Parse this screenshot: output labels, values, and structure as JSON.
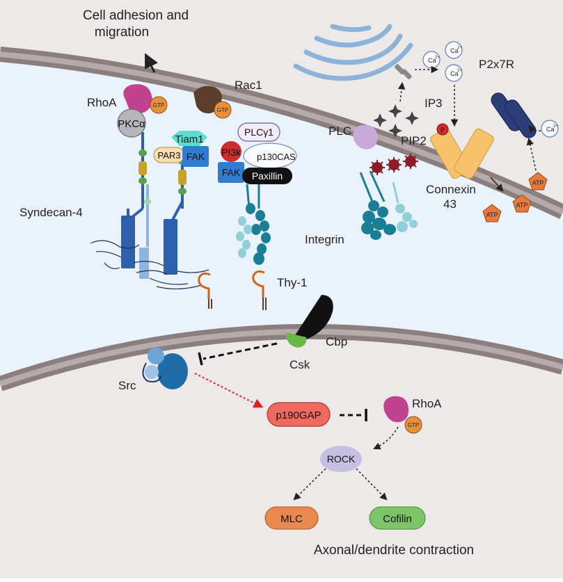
{
  "labels": {
    "cell_adhesion": [
      "Cell adhesion and",
      "migration"
    ],
    "rhoa_top": "RhoA",
    "rac1": "Rac1",
    "gtp": "GTP",
    "pkca": "PKCα",
    "tiam1": "Tiam1",
    "par3": "PAR3",
    "fak": "FAK",
    "plcg1": "PLCγ1",
    "pi3k": "PI3k",
    "p130cas": "p130CAS",
    "paxillin": "Paxillin",
    "ip3": "IP3",
    "plc": "PLC",
    "pip2": "PIP2",
    "p2x7r": "P2x7R",
    "connexin": [
      "Connexin",
      "43"
    ],
    "atp": "ATP",
    "ca": "Ca",
    "ca_sup": "2+",
    "p_mark": "P",
    "syndecan": "Syndecan-4",
    "integrin": "Integrin",
    "thy1": "Thy-1",
    "cbp": "Cbp",
    "csk": "Csk",
    "src": "Src",
    "p190gap": "p190GAP",
    "rhoa_bottom": "RhoA",
    "rock": "ROCK",
    "mlc": "MLC",
    "cofilin": "Cofilin",
    "axonal": "Axonal/dendrite contraction"
  },
  "colors": {
    "membrane_outer": "#8a7e7e",
    "membrane_inner": "#b6aaaa",
    "cytoplasm": "#ede9e9",
    "extracellular": "#eaf3fb",
    "syndecan_blue": "#2e5fab",
    "integrin_teal": "#1a7f96",
    "p190gap_red": "#ef6a5e",
    "rock_lavender": "#c5c0e0",
    "mlc_orange": "#e8894f",
    "cofilin_green": "#7cc467",
    "gtp_orange": "#e8903a",
    "rhoa_magenta": "#c1438f",
    "rac1_brown": "#5c3d2a",
    "connexin_orange": "#f6c26b",
    "p2x7r_navy": "#2c3e78",
    "thy1_orange": "#c9661f"
  }
}
